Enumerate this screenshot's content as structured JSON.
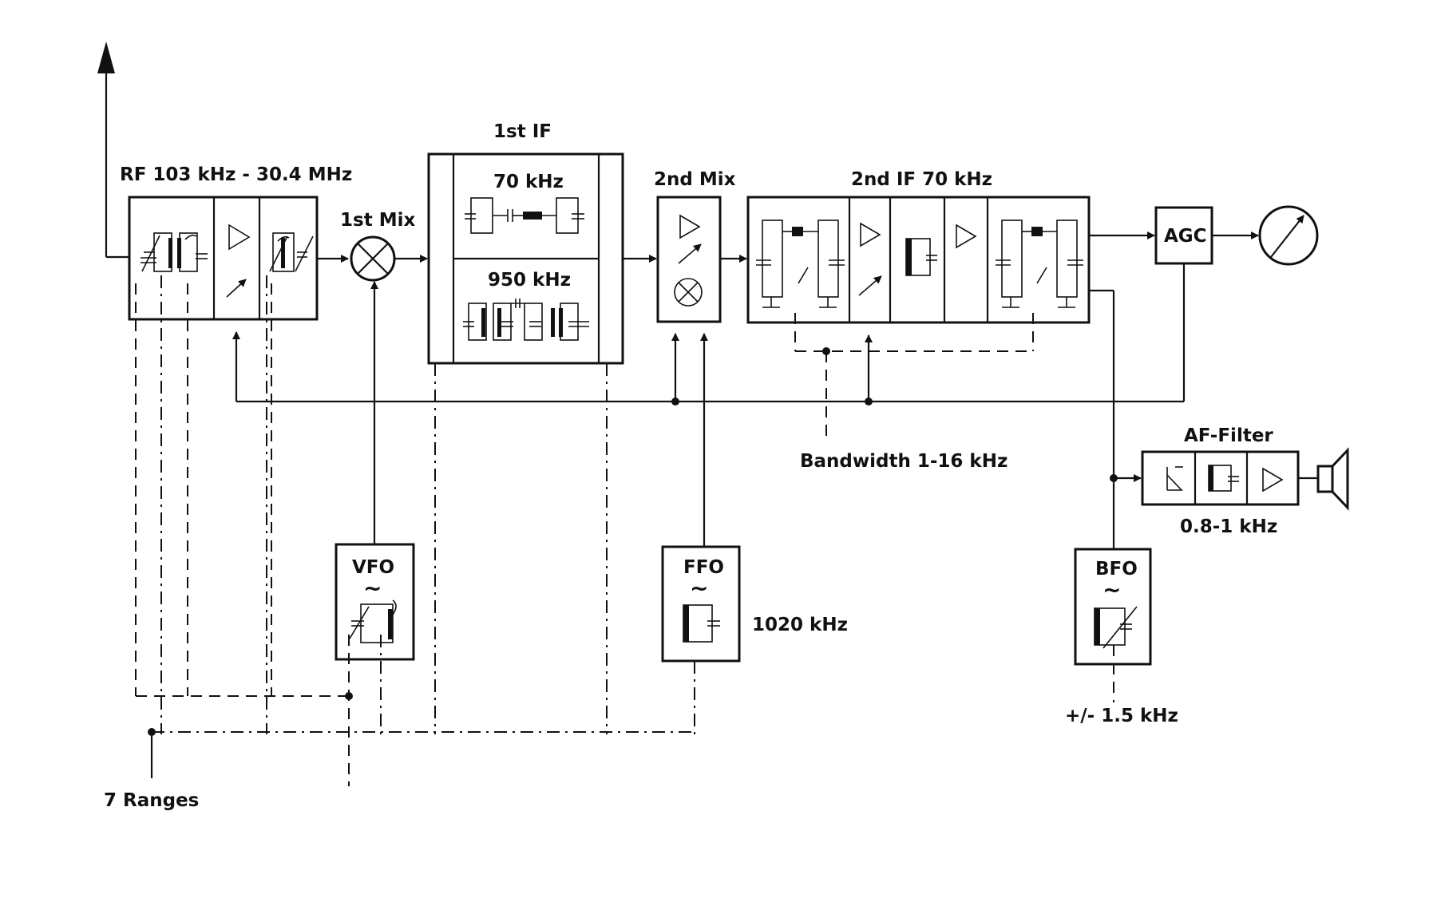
{
  "labels": {
    "rf": "RF  103 kHz - 30.4 MHz",
    "first_mix": "1st Mix",
    "first_if": "1st IF",
    "if_70": "70 kHz",
    "if_950": "950 kHz",
    "second_mix": "2nd Mix",
    "second_if": "2nd IF  70 kHz",
    "agc": "AGC",
    "bandwidth": "Bandwidth  1-16 kHz",
    "af_filter": "AF-Filter",
    "af_range": "0.8-1 kHz",
    "vfo": "VFO",
    "ffo": "FFO",
    "ffo_freq": "1020 kHz",
    "bfo": "BFO",
    "bfo_range": "+/- 1.5 kHz",
    "ranges": "7 Ranges",
    "tilde": "~"
  }
}
